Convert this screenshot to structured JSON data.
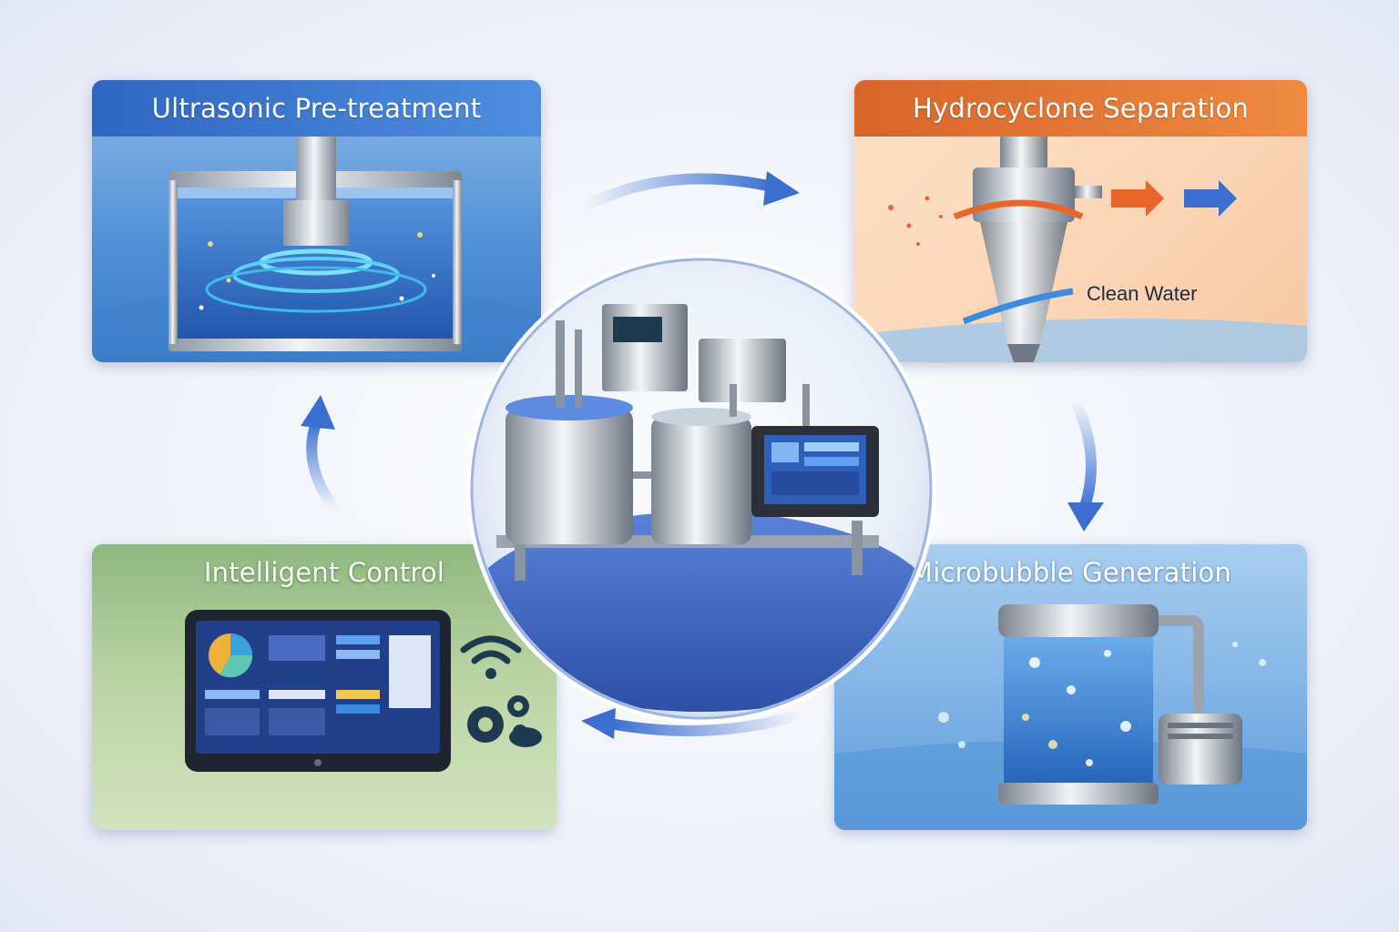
{
  "panels": {
    "ultrasonic": {
      "title": "Ultrasonic Pre-treatment"
    },
    "hydrocyclone": {
      "title": "Hydrocyclone Separation",
      "label": "Clean Water"
    },
    "microbubble": {
      "title": "Microbubble Generation"
    },
    "control": {
      "title": "Intelligent Control"
    }
  },
  "icons": {
    "center": "water-treatment-machine-icon",
    "control": [
      "tablet-dashboard-icon",
      "wifi-icon",
      "gears-icon",
      "cloud-icon"
    ],
    "flow": [
      "arrow-right-icon",
      "arrow-down-icon",
      "arrow-left-icon",
      "arrow-up-icon"
    ]
  },
  "colors": {
    "ultrasonic_header": "#3a76cf",
    "hydrocyclone_header": "#e0733a",
    "control_bg": "#b9d3a3",
    "microbubble_bg": "#7fb3e6",
    "flow_arrow": "#3a6fd0"
  }
}
